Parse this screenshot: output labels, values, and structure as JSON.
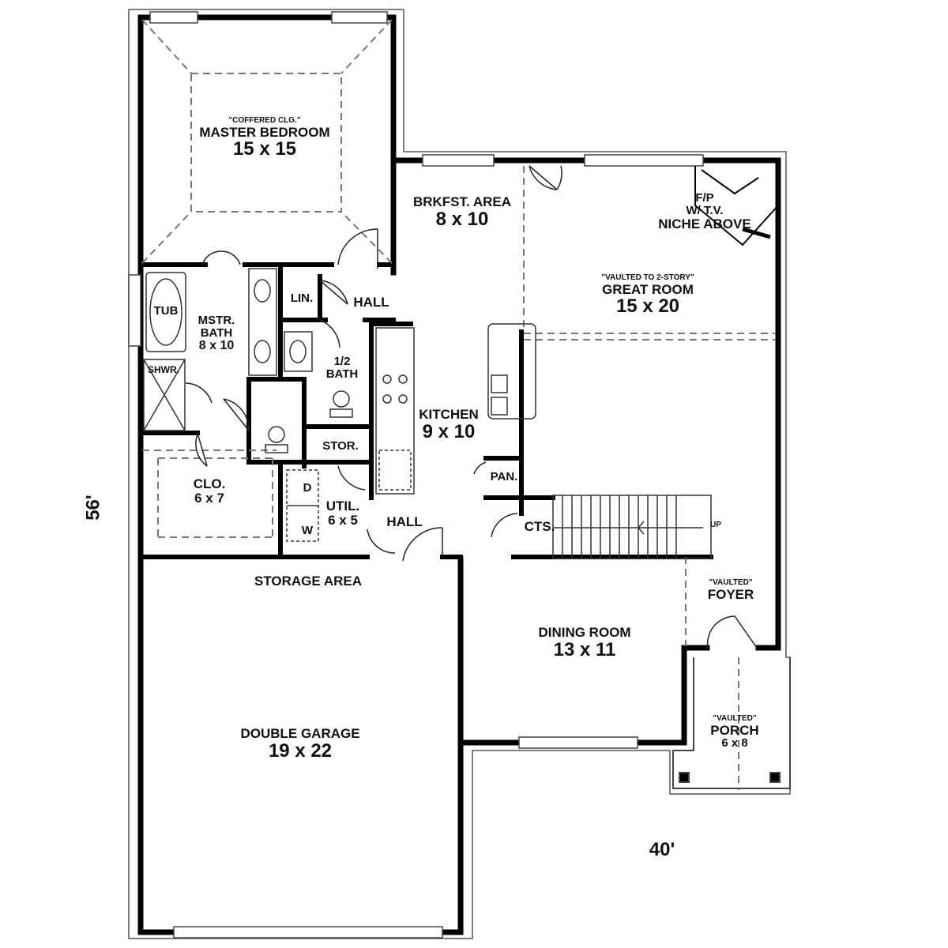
{
  "rooms": {
    "master_bedroom": {
      "note": "\"COFFERED CLG.\"",
      "name": "MASTER BEDROOM",
      "dims": "15 x 15"
    },
    "breakfast": {
      "name": "BRKFST. AREA",
      "dims": "8 x 10"
    },
    "fireplace": {
      "line1": "F/P",
      "line2": "W/ T.V.",
      "line3": "NICHE ABOVE"
    },
    "great_room": {
      "note": "\"VAULTED TO 2-STORY\"",
      "name": "GREAT ROOM",
      "dims": "15 x 20"
    },
    "linen": {
      "name": "LIN."
    },
    "hall_upper": {
      "name": "HALL"
    },
    "tub": {
      "name": "TUB"
    },
    "master_bath": {
      "line1": "MSTR.",
      "line2": "BATH",
      "dims": "8 x 10"
    },
    "half_bath": {
      "line1": "1/2",
      "line2": "BATH"
    },
    "shower": {
      "name": "SHWR."
    },
    "kitchen": {
      "name": "KITCHEN",
      "dims": "9 x 10"
    },
    "storage_small": {
      "name": "STOR."
    },
    "pantry": {
      "name": "PAN."
    },
    "closet": {
      "name": "CLO.",
      "dims": "6 x 7"
    },
    "dryer": {
      "name": "D"
    },
    "washer": {
      "name": "W"
    },
    "utility": {
      "name": "UTIL.",
      "dims": "6 x 5"
    },
    "hall_lower": {
      "name": "HALL"
    },
    "coats": {
      "name": "CTS."
    },
    "stairs": {
      "label": "UP"
    },
    "storage_area": {
      "name": "STORAGE AREA"
    },
    "foyer": {
      "note": "\"VAULTED\"",
      "name": "FOYER"
    },
    "dining": {
      "name": "DINING ROOM",
      "dims": "13 x 11"
    },
    "porch": {
      "note": "\"VAULTED\"",
      "name": "PORCH",
      "dims": "6 x 8"
    },
    "garage": {
      "name": "DOUBLE GARAGE",
      "dims": "19 x 22"
    }
  },
  "dimensions": {
    "depth": "56'",
    "width": "40'"
  }
}
